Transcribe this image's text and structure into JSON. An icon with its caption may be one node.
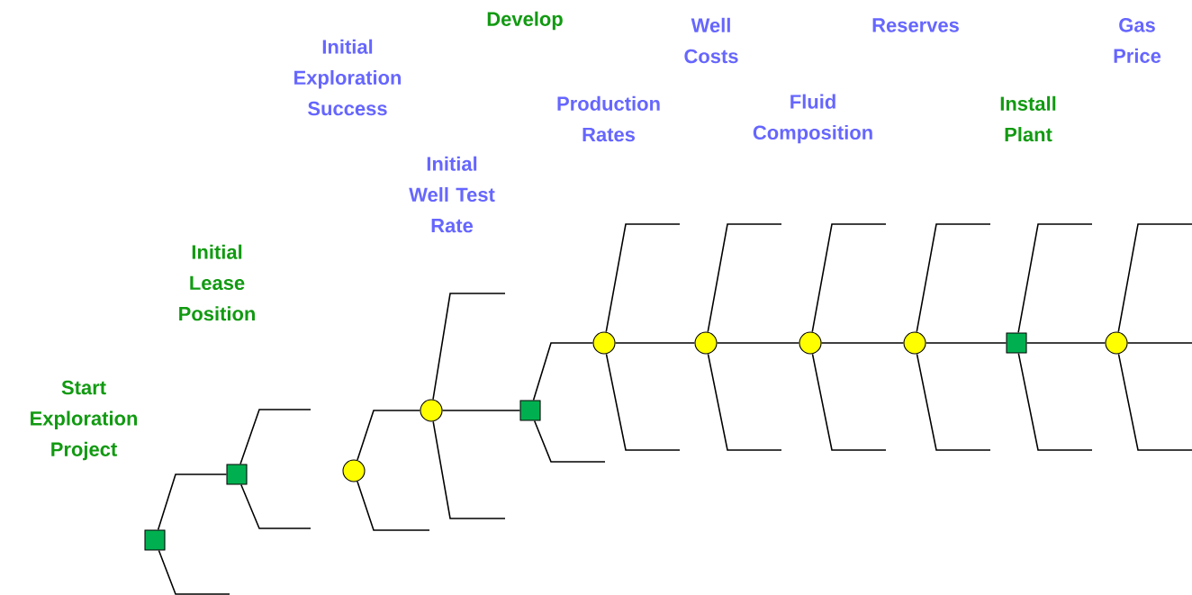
{
  "diagram": {
    "nodes": [
      {
        "text": [],
        "shape": "box"
      },
      {
        "text": [],
        "shape": "box"
      },
      {
        "text": [],
        "shape": "circle"
      },
      {
        "text": [],
        "shape": "circle"
      },
      {
        "text": [],
        "shape": "box"
      },
      {
        "text": [],
        "shape": "circle"
      },
      {
        "text": [],
        "shape": "circle"
      },
      {
        "text": [],
        "shape": "circle"
      },
      {
        "text": [],
        "shape": "circle"
      },
      {
        "text": [],
        "shape": "box"
      },
      {
        "text": [],
        "shape": "circle"
      }
    ],
    "edges": [
      {
        "from": 0,
        "to": 1,
        "arrow": "none"
      },
      {
        "from": 0,
        "to": null,
        "arrow": "none"
      },
      {
        "from": 1,
        "to": null,
        "arrow": "none"
      },
      {
        "from": 1,
        "to": null,
        "arrow": "none"
      },
      {
        "from": 2,
        "to": 3,
        "arrow": "none"
      },
      {
        "from": 2,
        "to": null,
        "arrow": "none"
      },
      {
        "from": 3,
        "to": null,
        "arrow": "none"
      },
      {
        "from": 3,
        "to": null,
        "arrow": "none"
      },
      {
        "from": 3,
        "to": 4,
        "arrow": "none"
      },
      {
        "from": 4,
        "to": 5,
        "arrow": "none"
      },
      {
        "from": 4,
        "to": null,
        "arrow": "none"
      },
      {
        "from": 5,
        "to": null,
        "arrow": "none"
      },
      {
        "from": 5,
        "to": null,
        "arrow": "none"
      },
      {
        "from": 5,
        "to": 6,
        "arrow": "none"
      },
      {
        "from": 6,
        "to": null,
        "arrow": "none"
      },
      {
        "from": 6,
        "to": null,
        "arrow": "none"
      },
      {
        "from": 6,
        "to": 7,
        "arrow": "none"
      },
      {
        "from": 7,
        "to": null,
        "arrow": "none"
      },
      {
        "from": 7,
        "to": null,
        "arrow": "none"
      },
      {
        "from": 7,
        "to": 8,
        "arrow": "none"
      },
      {
        "from": 8,
        "to": null,
        "arrow": "none"
      },
      {
        "from": 8,
        "to": null,
        "arrow": "none"
      },
      {
        "from": 8,
        "to": 9,
        "arrow": "none"
      },
      {
        "from": 9,
        "to": null,
        "arrow": "none"
      },
      {
        "from": 9,
        "to": null,
        "arrow": "none"
      },
      {
        "from": 9,
        "to": 10,
        "arrow": "none"
      },
      {
        "from": 10,
        "to": null,
        "arrow": "none"
      },
      {
        "from": 10,
        "to": null,
        "arrow": "none"
      },
      {
        "from": 10,
        "to": null,
        "arrow": "none"
      }
    ],
    "labels": [
      "Start Exploration Project",
      "Initial Lease Position",
      "Initial Exploration Success",
      "Initial Well Test Rate",
      "Develop",
      "Production Rates",
      "Well Costs",
      "Fluid Composition",
      "Reserves",
      "Install Plant",
      "Gas Price"
    ]
  }
}
